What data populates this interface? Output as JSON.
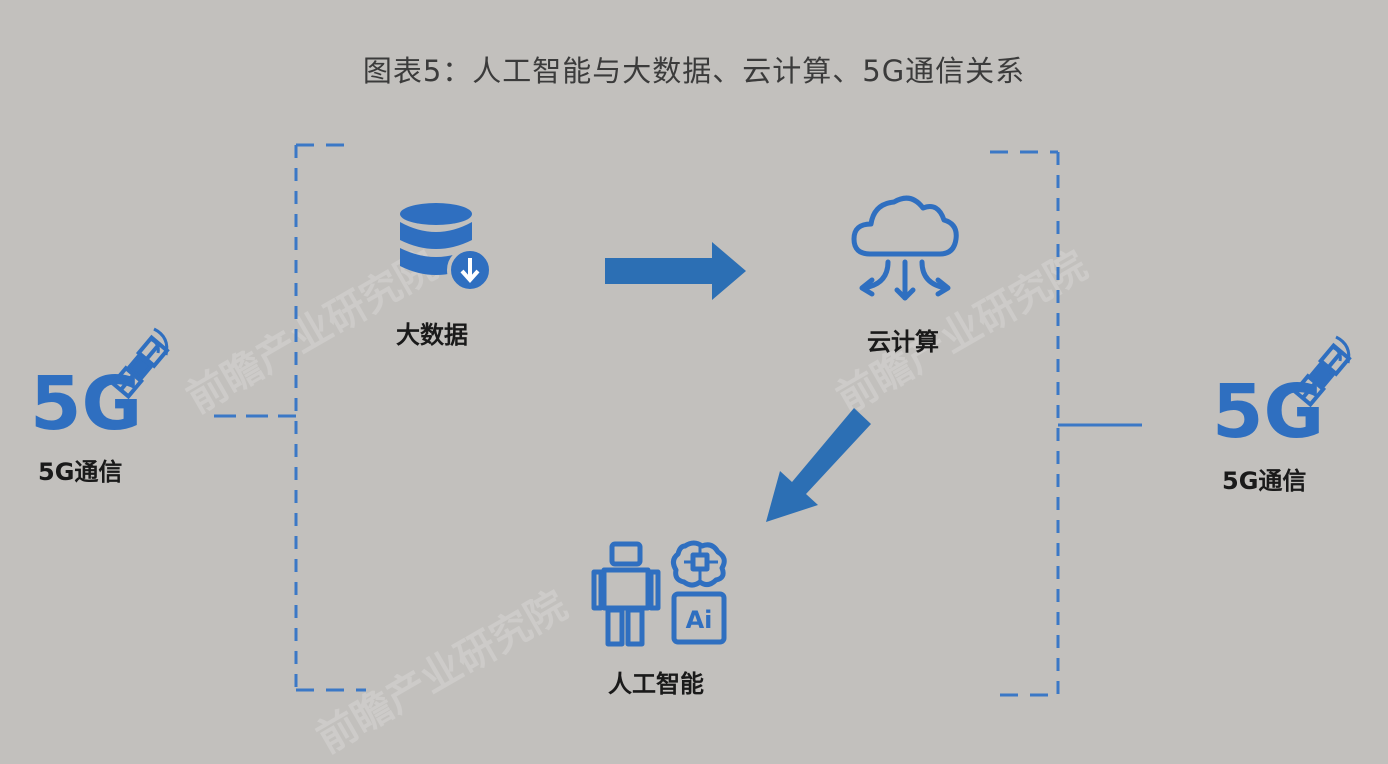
{
  "title": "图表5：人工智能与大数据、云计算、5G通信关系",
  "nodes": {
    "big_data": {
      "label": "大数据",
      "icon": "database-download-icon"
    },
    "cloud": {
      "label": "云计算",
      "icon": "cloud-computing-icon"
    },
    "ai": {
      "label": "人工智能",
      "icon": "robot-brain-ai-icon",
      "chip_text": "Ai"
    },
    "g5_left": {
      "label": "5G通信",
      "icon": "5g-satellite-icon",
      "big_text": "5G"
    },
    "g5_right": {
      "label": "5G通信",
      "icon": "5g-satellite-icon",
      "big_text": "5G"
    }
  },
  "colors": {
    "background": "#c2c0bd",
    "accent": "#2f6fc0",
    "arrow": "#2c6fb4",
    "dash": "#3b78c6",
    "text": "#1a1a1a",
    "title": "#3b3b3b"
  },
  "watermark": "前瞻产业研究院"
}
